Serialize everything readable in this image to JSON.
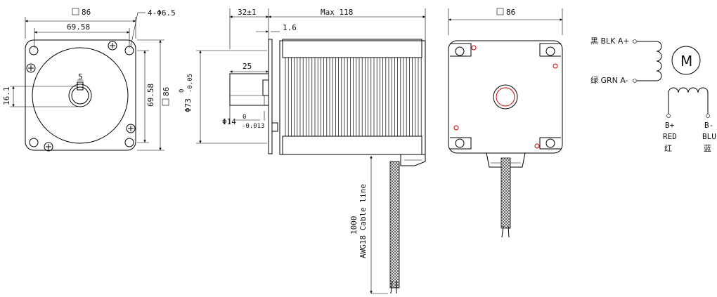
{
  "front_view": {
    "square_label": "86",
    "holes_label": "4-Φ6.5",
    "hole_spacing_h": "69.58",
    "hole_spacing_v": "69.58",
    "height_label": "86",
    "flat_height": "16.1",
    "key_width": "5"
  },
  "side_view": {
    "flange_label": "32±1",
    "max_length": "Max 118",
    "thickness": "1.6",
    "shaft_length": "25",
    "pilot_dia": "Φ73",
    "pilot_tol_upper": "0",
    "pilot_tol_lower": "-0.05",
    "shaft_dia": "Φ14",
    "shaft_tol_upper": "0",
    "shaft_tol_lower": "-0.013",
    "cable_length": "1000",
    "cable_type": "AWG18 Cable line"
  },
  "rear_view": {
    "square_label": "86"
  },
  "wiring": {
    "a_plus": "黑 BLK A+",
    "a_minus": "绿 GRN A-",
    "motor_symbol": "M",
    "b_plus": "B+",
    "b_plus_color": "RED",
    "b_plus_cn": "红",
    "b_minus": "B-",
    "b_minus_color": "BLU",
    "b_minus_cn": "蓝"
  },
  "colors": {
    "line": "#000000",
    "accent": "#cc0000"
  }
}
